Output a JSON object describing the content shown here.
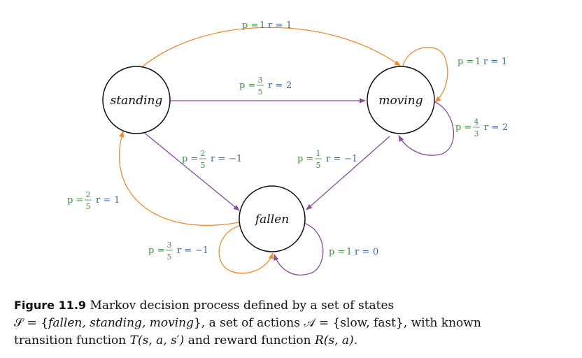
{
  "states": {
    "standing": "standing",
    "moving": "moving",
    "fallen": "fallen"
  },
  "colors": {
    "slow": "#ef8b2c",
    "fast": "#8a4c9e",
    "probability": "#3f8f3f",
    "reward": "#3a66a8"
  },
  "transitions": [
    {
      "id": "standing-to-moving-slow",
      "from": "standing",
      "to": "moving",
      "action": "slow",
      "p_num": "1",
      "p_den": "",
      "r": "1"
    },
    {
      "id": "moving-self-slow",
      "from": "moving",
      "to": "moving",
      "action": "slow",
      "p_num": "1",
      "p_den": "",
      "r": "1"
    },
    {
      "id": "standing-to-moving-fast",
      "from": "standing",
      "to": "moving",
      "action": "fast",
      "p_num": "3",
      "p_den": "5",
      "r": "2"
    },
    {
      "id": "moving-self-fast",
      "from": "moving",
      "to": "moving",
      "action": "fast",
      "p_num": "4",
      "p_den": "3",
      "r": "2"
    },
    {
      "id": "standing-to-fallen-fast",
      "from": "standing",
      "to": "fallen",
      "action": "fast",
      "p_num": "2",
      "p_den": "5",
      "r": "−1"
    },
    {
      "id": "moving-to-fallen-fast",
      "from": "moving",
      "to": "fallen",
      "action": "fast",
      "p_num": "1",
      "p_den": "5",
      "r": "−1"
    },
    {
      "id": "fallen-to-standing-slow",
      "from": "fallen",
      "to": "standing",
      "action": "slow",
      "p_num": "2",
      "p_den": "5",
      "r": "1"
    },
    {
      "id": "fallen-self-slow",
      "from": "fallen",
      "to": "fallen",
      "action": "slow",
      "p_num": "3",
      "p_den": "5",
      "r": "−1"
    },
    {
      "id": "fallen-self-fast",
      "from": "fallen",
      "to": "fallen",
      "action": "fast",
      "p_num": "1",
      "p_den": "",
      "r": "0"
    }
  ],
  "caption": {
    "figure_number": "Figure 11.9",
    "line1": "Markov decision process defined by a set of states",
    "line2_prefix": "𝒮 = {",
    "line2_states": "fallen, standing, moving",
    "line2_mid": "}, a set of actions 𝒜 = {slow, fast}, with known",
    "line3_prefix": "transition function ",
    "line3_T": "T(s, a, s′)",
    "line3_mid": " and reward function ",
    "line3_R": "R(s, a)",
    "line3_end": "."
  }
}
